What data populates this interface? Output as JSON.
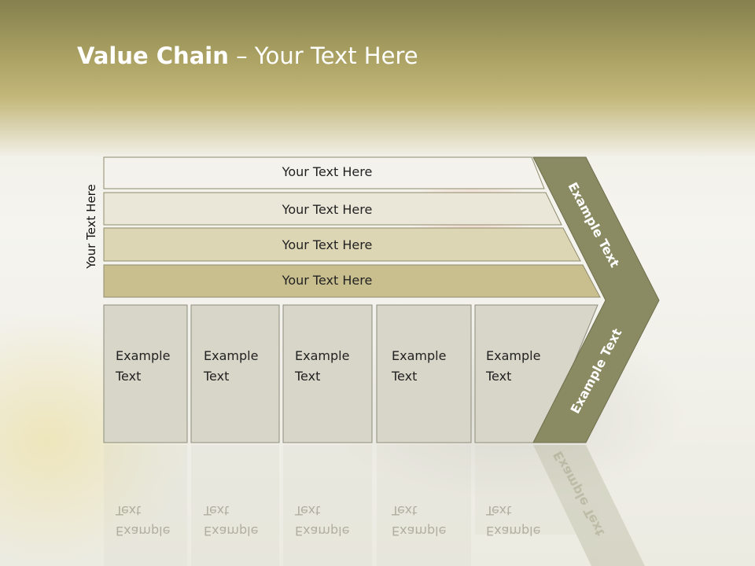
{
  "title": {
    "bold": "Value Chain",
    "rest": " – Your Text Here"
  },
  "side_label": "Your Text Here",
  "support_rows": [
    "Your Text Here",
    "Your Text Here",
    "Your Text Here",
    "Your Text Here"
  ],
  "primary_boxes": [
    {
      "line1": "Example",
      "line2": "Text"
    },
    {
      "line1": "Example",
      "line2": "Text"
    },
    {
      "line1": "Example",
      "line2": "Text"
    },
    {
      "line1": "Example",
      "line2": "Text"
    },
    {
      "line1": "Example",
      "line2": "Text"
    }
  ],
  "margin_labels": {
    "upper": "Example Text",
    "lower": "Example Text"
  },
  "colors": {
    "banner": "#a9a062",
    "row1": "#f4f2ec",
    "row2": "#ebe7d8",
    "row3": "#dcd6b4",
    "row4": "#c9bf8e",
    "box_fill": "#d7d6c8",
    "chevron": "#8a8a63"
  }
}
